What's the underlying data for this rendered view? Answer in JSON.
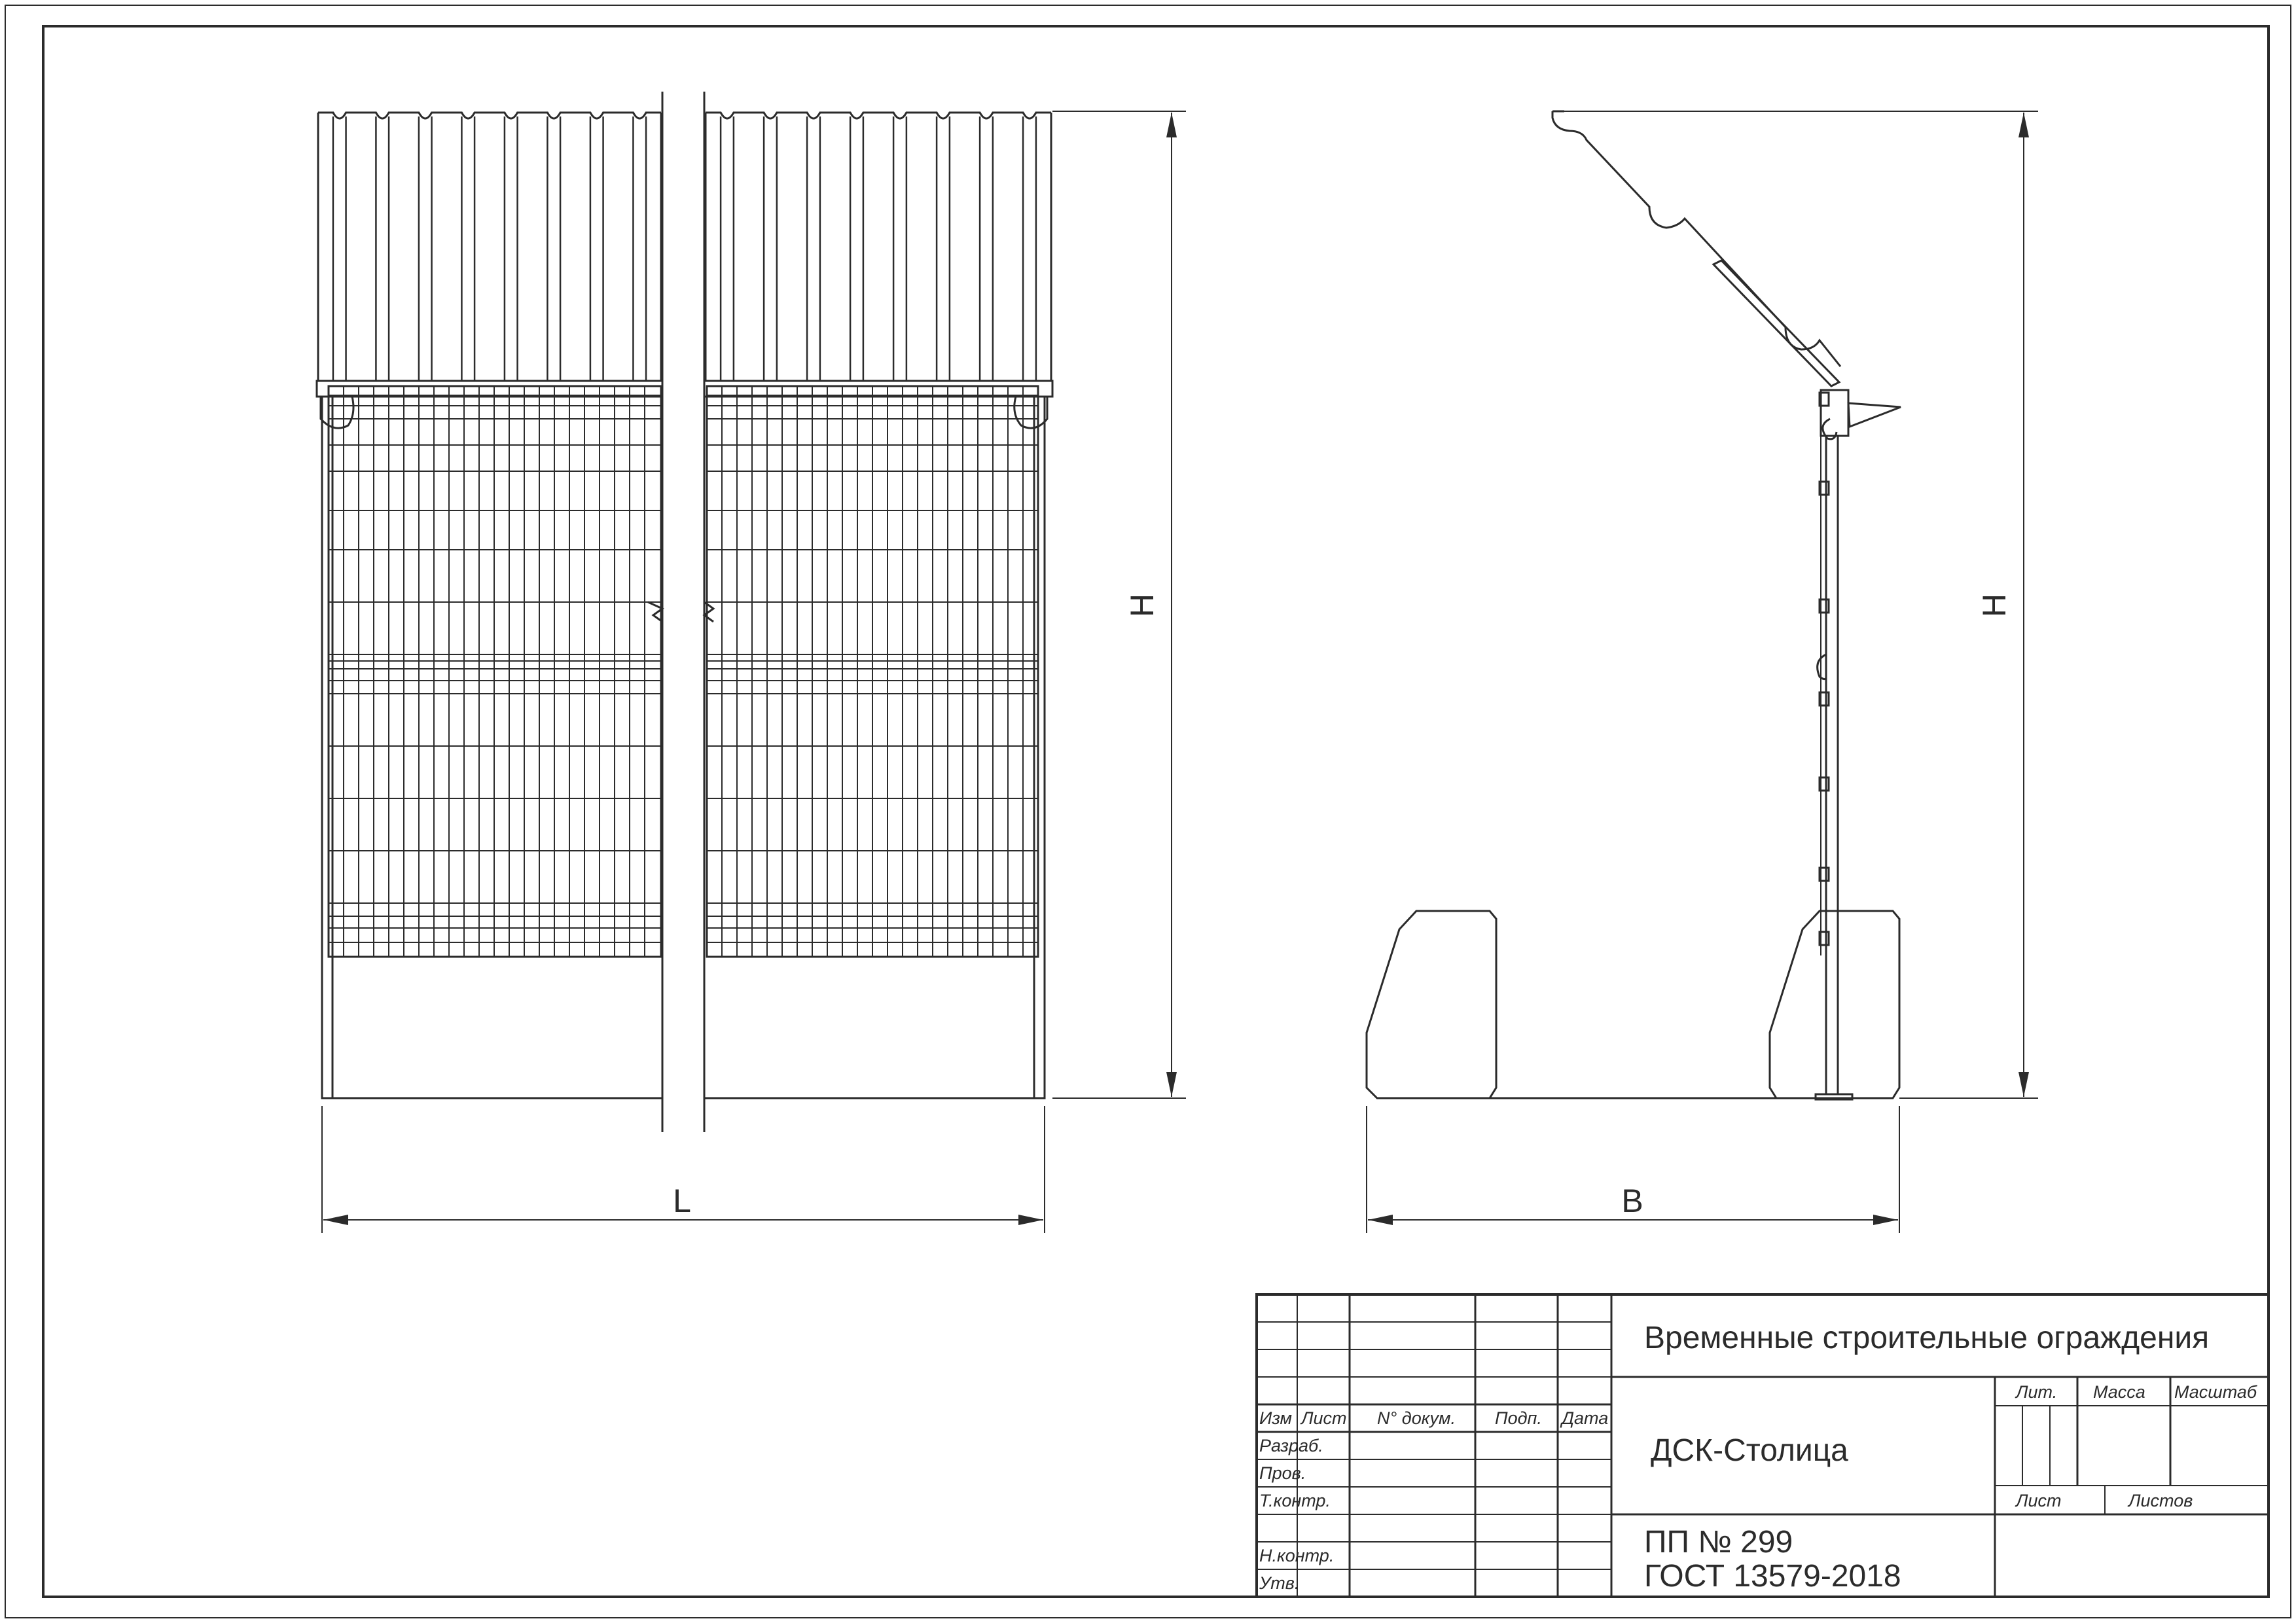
{
  "dimensions": {
    "length_label": "L",
    "height_label_front": "H",
    "height_label_side": "H",
    "width_label": "B"
  },
  "title_block": {
    "title": "Временные строительные ограждения",
    "company": "ДСК-Столица",
    "doc_number": "ПП № 299",
    "standard": "ГОСТ 13579-2018",
    "col_headers": {
      "izm": "Изм",
      "list": "Лист",
      "doc_no": "N° докум.",
      "sign": "Подп.",
      "date": "Дата"
    },
    "rows": {
      "razrab": "Разраб.",
      "prov": "Пров.",
      "tkontr": "Т.контр.",
      "nkontr": "Н.контр.",
      "utv": "Утв."
    },
    "lit": "Лит.",
    "massa": "Масса",
    "masshtab": "Масштаб",
    "sheet": "Лист",
    "sheets": "Листов"
  }
}
